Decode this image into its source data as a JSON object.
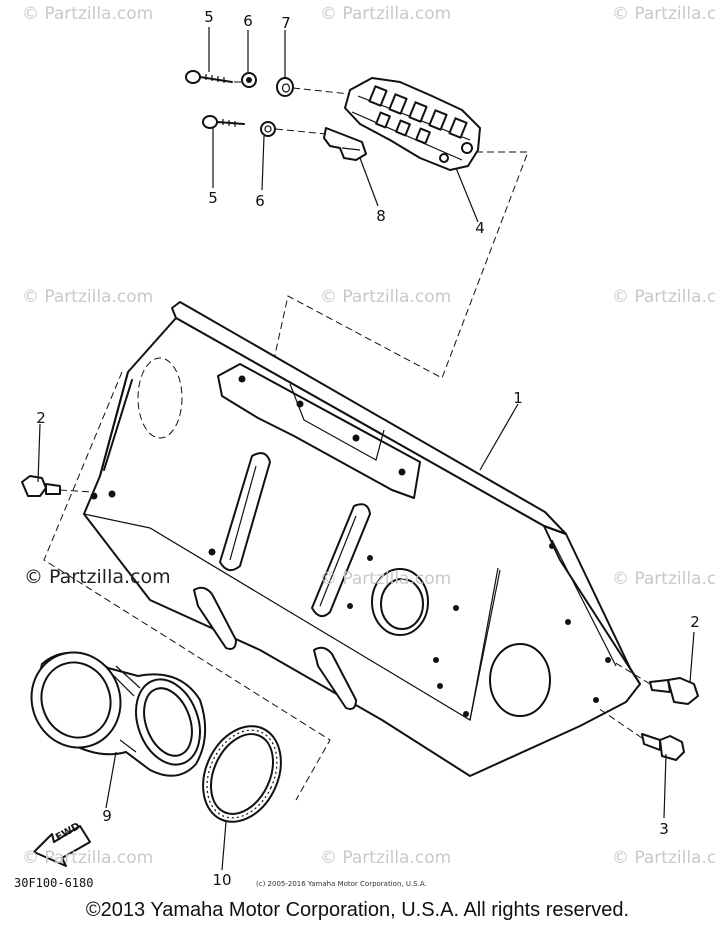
{
  "watermark": {
    "text": "© Partzilla.com",
    "featured_text": "© Partzilla.com"
  },
  "diagram": {
    "callouts": [
      "1",
      "2",
      "2",
      "3",
      "4",
      "5",
      "5",
      "6",
      "6",
      "7",
      "8",
      "9",
      "10"
    ],
    "part_code": "30F100-6180",
    "small_copyright": "(c) 2005-2016 Yamaha Motor Corporation, U.S.A.",
    "fwd_label": "FWD"
  },
  "footer": {
    "copyright": "©2013 Yamaha Motor Corporation, U.S.A. All rights reserved."
  }
}
